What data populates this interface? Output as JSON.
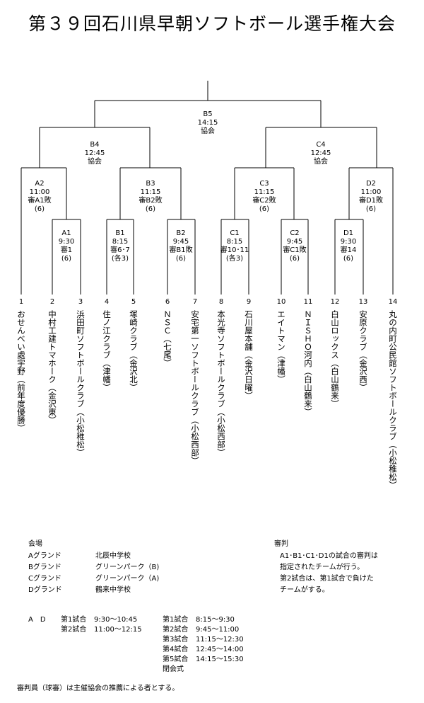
{
  "title": "第３９回石川県早朝ソフトボール選手権大会",
  "matches": {
    "B5": {
      "id": "B5",
      "time": "14:15",
      "ref": "協会"
    },
    "B4": {
      "id": "B4",
      "time": "12:45",
      "ref": "協会"
    },
    "C4": {
      "id": "C4",
      "time": "12:45",
      "ref": "協会"
    },
    "A2": {
      "id": "A2",
      "time": "11:00",
      "ref": "審A1敗",
      "n": "(6)"
    },
    "B3": {
      "id": "B3",
      "time": "11:15",
      "ref": "審B2敗",
      "n": "(6)"
    },
    "C3": {
      "id": "C3",
      "time": "11:15",
      "ref": "審C2敗",
      "n": "(6)"
    },
    "D2": {
      "id": "D2",
      "time": "11:00",
      "ref": "審D1敗",
      "n": "(6)"
    },
    "A1": {
      "id": "A1",
      "time": "9:30",
      "ref": "審1",
      "n": "(6)"
    },
    "B1": {
      "id": "B1",
      "time": "8:15",
      "ref": "審6･7",
      "n": "(各3)"
    },
    "B2": {
      "id": "B2",
      "time": "9:45",
      "ref": "審B1敗",
      "n": "(6)"
    },
    "C1": {
      "id": "C1",
      "time": "8:15",
      "ref": "審10･11",
      "n": "(各3)"
    },
    "C2": {
      "id": "C2",
      "time": "9:45",
      "ref": "審C1敗",
      "n": "(6)"
    },
    "D1": {
      "id": "D1",
      "time": "9:30",
      "ref": "審14",
      "n": "(6)"
    }
  },
  "teams": [
    {
      "no": "1",
      "name": "おせんべい處宇野（前年度優勝）"
    },
    {
      "no": "2",
      "name": "中村工建トマホーク（金沢東）"
    },
    {
      "no": "3",
      "name": "浜田町ソフトボールクラブ（小松稚松）"
    },
    {
      "no": "4",
      "name": "住ノ江クラブ（津幡）"
    },
    {
      "no": "5",
      "name": "塚崎クラブ（金沢北）"
    },
    {
      "no": "6",
      "name": "ＮＳＣ（七尾）"
    },
    {
      "no": "7",
      "name": "安宅第一ソフトボールクラブ（小松西部）"
    },
    {
      "no": "8",
      "name": "本光寺ソフトボールクラブ（小松西部）"
    },
    {
      "no": "9",
      "name": "石川屋本舗（金沢日曜）"
    },
    {
      "no": "10",
      "name": "エイトマン（津幡）"
    },
    {
      "no": "11",
      "name": "ＮＩＳＨＯ河内（白山鶴来）"
    },
    {
      "no": "12",
      "name": "白山ロックス（白山鶴来）"
    },
    {
      "no": "13",
      "name": "安原クラブ（金沢西）"
    },
    {
      "no": "14",
      "name": "丸の内町公民館ソフトボールクラブ（小松稚松）"
    }
  ],
  "venues": {
    "heading": "会場",
    "rows": [
      {
        "ground": "Aグランド",
        "place": "北辰中学校"
      },
      {
        "ground": "Bグランド",
        "place": "グリーンパーク（B)"
      },
      {
        "ground": "Cグランド",
        "place": "グリーンパーク（A)"
      },
      {
        "ground": "Dグランド",
        "place": "鶴来中学校"
      }
    ]
  },
  "referee": {
    "heading": "審判",
    "lines": [
      "A1･B1･C1･D1の試合の審判は",
      "指定されたチームが行う。",
      "第2試合は、第1試合で負けた",
      "チームがする。"
    ]
  },
  "schedule_ad": {
    "label": "A　D",
    "rows": [
      {
        "name": "第1試合",
        "time": "9:30～10:45"
      },
      {
        "name": "第2試合",
        "time": "11:00～12:15"
      }
    ]
  },
  "schedule_bc": {
    "rows": [
      {
        "name": "第1試合",
        "time": "8:15～9:30"
      },
      {
        "name": "第2試合",
        "time": "9:45～11:00"
      },
      {
        "name": "第3試合",
        "time": "11:15～12:30"
      },
      {
        "name": "第4試合",
        "time": "12:45～14:00"
      },
      {
        "name": "第5試合",
        "time": "14:15～15:30"
      },
      {
        "name": "閉会式",
        "time": ""
      }
    ]
  },
  "footer": "審判員（球審）は主催協会の推薦による者とする。"
}
